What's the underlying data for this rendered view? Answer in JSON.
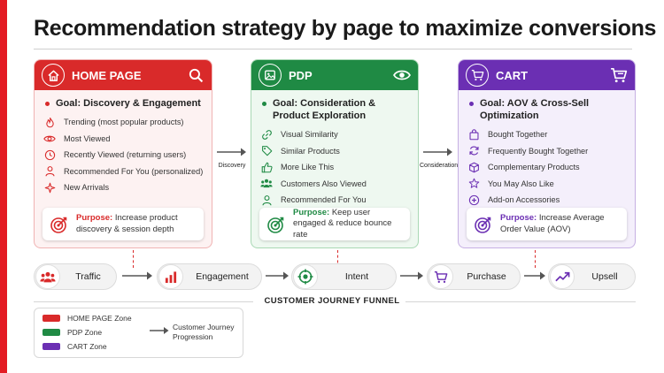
{
  "title": "Recommendation strategy by page to maximize conversions",
  "colors": {
    "accent": "#e31b23",
    "home": "#d92a2a",
    "pdp": "#1f8a44",
    "cart": "#6b2fb3"
  },
  "zones": {
    "home": {
      "label": "HOME PAGE",
      "head_icon": "house-icon",
      "right_icon": "magnifier-icon",
      "goal": "Goal: Discovery & Engagement",
      "items": [
        {
          "icon": "flame-icon",
          "label": "Trending (most popular products)"
        },
        {
          "icon": "eye-icon",
          "label": "Most Viewed"
        },
        {
          "icon": "clock-icon",
          "label": "Recently Viewed (returning users)"
        },
        {
          "icon": "person-icon",
          "label": "Recommended For You (personalized)"
        },
        {
          "icon": "sparkle-icon",
          "label": "New Arrivals"
        }
      ],
      "purpose_label": "Purpose:",
      "purpose_text": "Increase product discovery & session depth"
    },
    "pdp": {
      "label": "PDP",
      "head_icon": "image-icon",
      "right_icon": "eye-icon",
      "goal": "Goal: Consideration & Product Exploration",
      "items": [
        {
          "icon": "link-icon",
          "label": "Visual Similarity"
        },
        {
          "icon": "tag-icon",
          "label": "Similar Products"
        },
        {
          "icon": "thumbs-up-icon",
          "label": "More Like This"
        },
        {
          "icon": "people-icon",
          "label": "Customers Also Viewed"
        },
        {
          "icon": "person-icon",
          "label": "Recommended For You"
        }
      ],
      "purpose_label": "Purpose:",
      "purpose_text": "Keep user engaged & reduce bounce rate"
    },
    "cart": {
      "label": "CART",
      "head_icon": "cart-icon",
      "right_icon": "cart-icon",
      "goal": "Goal: AOV & Cross-Sell Optimization",
      "items": [
        {
          "icon": "bag-icon",
          "label": "Bought Together"
        },
        {
          "icon": "refresh-icon",
          "label": "Frequently Bought Together"
        },
        {
          "icon": "box-icon",
          "label": "Complementary Products"
        },
        {
          "icon": "star-icon",
          "label": "You May Also Like"
        },
        {
          "icon": "plus-circle-icon",
          "label": "Add-on Accessories"
        }
      ],
      "purpose_label": "Purpose:",
      "purpose_text": "Increase Average Order Value (AOV)"
    }
  },
  "arrows": {
    "discovery": "Discovery",
    "consideration": "Consideration"
  },
  "funnel": {
    "caption": "CUSTOMER JOURNEY FUNNEL",
    "stages": [
      {
        "icon": "users-icon",
        "label": "Traffic"
      },
      {
        "icon": "bar-chart-icon",
        "label": "Engagement"
      },
      {
        "icon": "target-icon",
        "label": "Intent"
      },
      {
        "icon": "cart-icon",
        "label": "Purchase"
      },
      {
        "icon": "trend-up-icon",
        "label": "Upsell"
      }
    ]
  },
  "legend": {
    "home": "HOME PAGE Zone",
    "pdp": "PDP Zone",
    "cart": "CART Zone",
    "arrow": "Customer Journey Progression"
  }
}
